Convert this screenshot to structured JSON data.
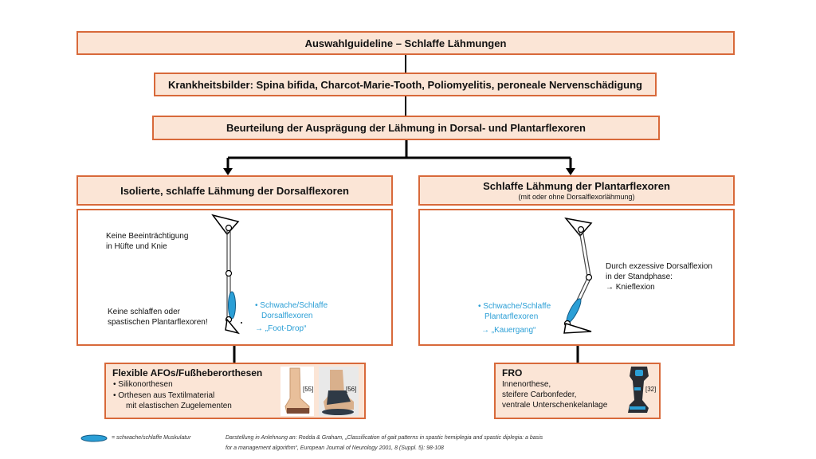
{
  "title": "Auswahlguideline – Schlaffe Lähmungen",
  "diseases": "Krankheitsbilder: Spina bifida, Charcot-Marie-Tooth, Poliomyelitis, peroneale Nervenschädigung",
  "assessment": "Beurteilung der Ausprägung der Lähmung in Dorsal- und Plantarflexoren",
  "left": {
    "header": "Isolierte, schlaffe Lähmung der Dorsalflexoren",
    "note_top_1": "Keine Beeinträchtigung",
    "note_top_2": "in Hüfte und Knie",
    "note_left_1": "Keine schlaffen oder",
    "note_left_2": "spastischen Plantarflexoren!",
    "weak_1": "• Schwache/Schlaffe",
    "weak_2": "Dorsalflexoren",
    "result": "→ „Foot-Drop“"
  },
  "right": {
    "header": "Schlaffe Lähmung der Plantarflexoren",
    "subheader": "(mit oder ohne Dorsalflexorlähmung)",
    "note_1": "Durch exzessive Dorsalflexion",
    "note_2": "in der Standphase:",
    "note_3": "→ Knieflexion",
    "weak_1": "• Schwache/Schlaffe",
    "weak_2": "Plantarflexoren",
    "result": "→ „Kauergang“"
  },
  "afo": {
    "title": "Flexible AFOs/Fußheberorthesen",
    "item_1": "•   Silikonorthesen",
    "item_2": "•   Orthesen aus Textilmaterial",
    "item_3": "mit elastischen Zugelementen",
    "ref_1": "[55]",
    "ref_2": "[56]"
  },
  "fro": {
    "title": "FRO",
    "line_1": "Innenorthese,",
    "line_2": "steifere Carbonfeder,",
    "line_3": "ventrale Unterschenkelanlage",
    "ref": "[32]"
  },
  "legend": "= schwache/schlaffe Muskulatur",
  "source_1": "Darstellung in Anlehnung an: Rodda & Graham, „Classification of gait patterns in spastic hemiplegia and spastic diplegia: a basis",
  "source_2": "for a management algorithm“, European Journal of Neurology 2001, 8 (Suppl. 5): 98-108",
  "colors": {
    "accent": "#d8693a",
    "fill": "#fbe5d6",
    "muscle": "#2b9fd6"
  }
}
